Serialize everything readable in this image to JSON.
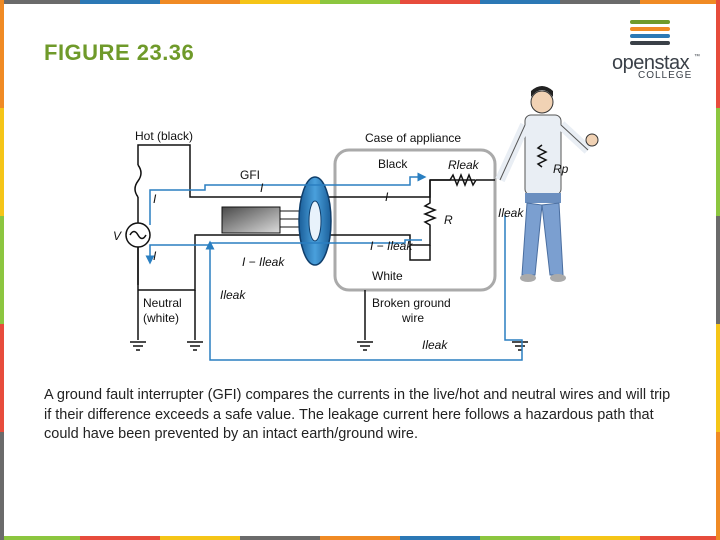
{
  "slide": {
    "title": "FIGURE 23.36",
    "caption": "A ground fault interrupter (GFI) compares the currents in the live/hot and neutral wires and will trip if their difference exceeds a safe value. The leakage current here follows a hazardous path that could have been prevented by an intact earth/ground wire."
  },
  "logo": {
    "word": "openstax",
    "tm": "™",
    "sub": "COLLEGE",
    "stripe_colors": [
      "#6f9a2a",
      "#f08a24",
      "#2b78b5",
      "#3a4048"
    ]
  },
  "border_colors": [
    "#e74c3c",
    "#f08a24",
    "#f5c518",
    "#8cc63f",
    "#2b78b5",
    "#6b6b6b"
  ],
  "diagram": {
    "hot": "Hot (black)",
    "case": "Case of appliance",
    "gfi": "GFI",
    "black": "Black",
    "rleak": "Rleak",
    "rp": "Rp",
    "r": "R",
    "i": "I",
    "v": "V",
    "ileak": "Ileak",
    "i_minus_ileak": "I − Ileak",
    "white": "White",
    "neutral": "Neutral",
    "neutral_sub": "(white)",
    "broken1": "Broken ground",
    "broken2": "wire"
  }
}
